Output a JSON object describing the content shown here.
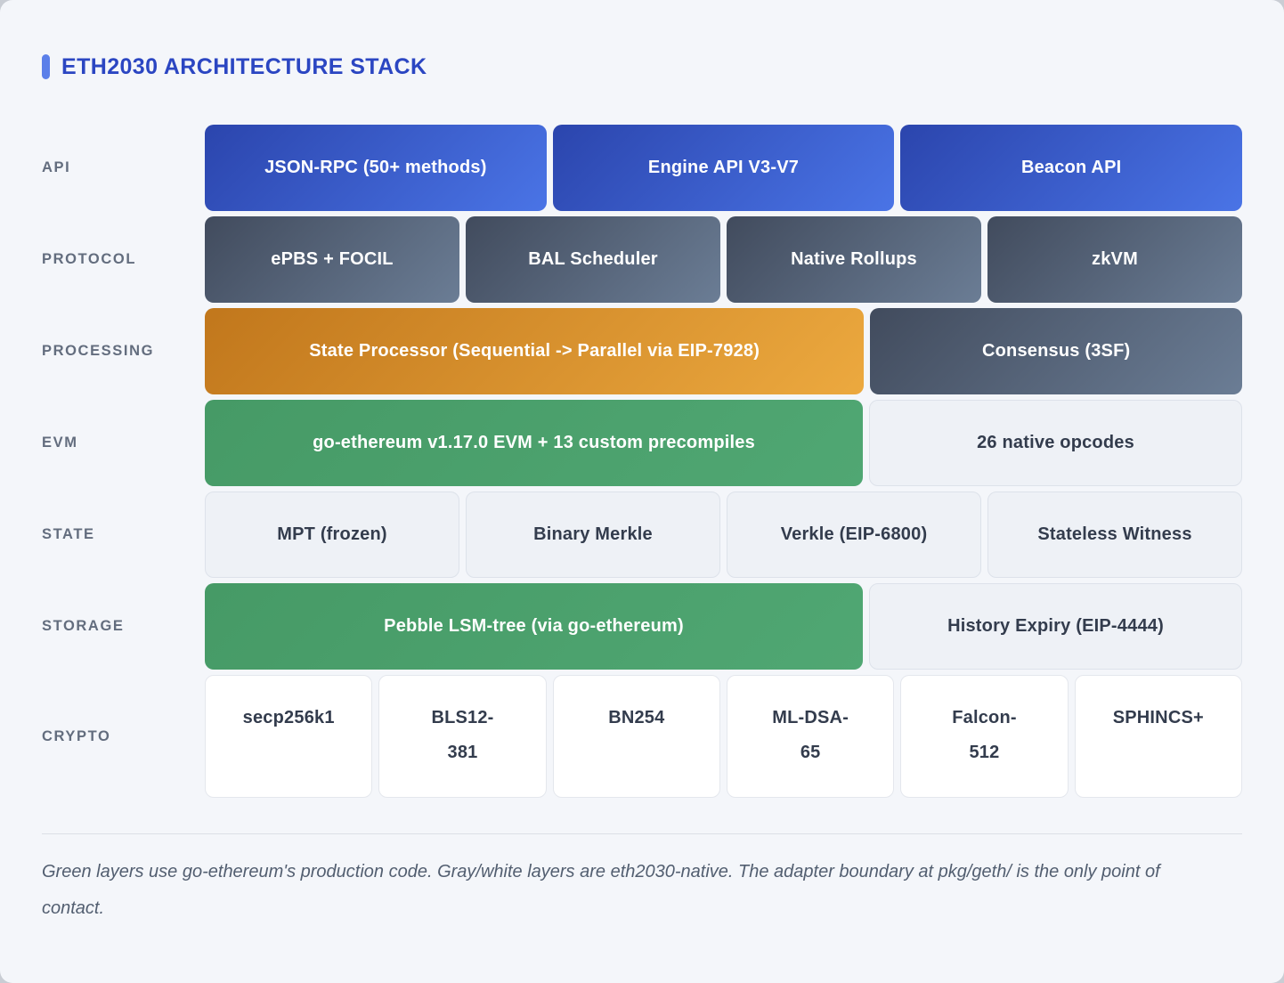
{
  "title": "ETH2030 ARCHITECTURE STACK",
  "rows": [
    {
      "label": "API",
      "boxes": [
        {
          "text": "JSON-RPC (50+ methods)",
          "style": "blue",
          "flex": 1
        },
        {
          "text": "Engine API V3-V7",
          "style": "blue",
          "flex": 1
        },
        {
          "text": "Beacon API",
          "style": "blue",
          "flex": 1
        }
      ]
    },
    {
      "label": "PROTOCOL",
      "boxes": [
        {
          "text": "ePBS + FOCIL",
          "style": "slate",
          "flex": 1
        },
        {
          "text": "BAL Scheduler",
          "style": "slate",
          "flex": 1
        },
        {
          "text": "Native Rollups",
          "style": "slate",
          "flex": 1
        },
        {
          "text": "zkVM",
          "style": "slate",
          "flex": 1
        }
      ]
    },
    {
      "label": "PROCESSING",
      "boxes": [
        {
          "text": "State Processor (Sequential -> Parallel via EIP-7928)",
          "style": "orange",
          "flex": 751
        },
        {
          "text": "Consensus (3SF)",
          "style": "slate",
          "flex": 405
        }
      ]
    },
    {
      "label": "EVM",
      "boxes": [
        {
          "text": "go-ethereum v1.17.0 EVM + 13 custom precompiles",
          "style": "green",
          "flex": 751
        },
        {
          "text": "26 native opcodes",
          "style": "light",
          "flex": 405
        }
      ]
    },
    {
      "label": "STATE",
      "boxes": [
        {
          "text": "MPT (frozen)",
          "style": "light",
          "flex": 1
        },
        {
          "text": "Binary Merkle",
          "style": "light",
          "flex": 1
        },
        {
          "text": "Verkle (EIP-6800)",
          "style": "light",
          "flex": 1
        },
        {
          "text": "Stateless Witness",
          "style": "light",
          "flex": 1
        }
      ]
    },
    {
      "label": "STORAGE",
      "boxes": [
        {
          "text": "Pebble LSM-tree (via go-ethereum)",
          "style": "green",
          "flex": 751
        },
        {
          "text": "History Expiry (EIP-4444)",
          "style": "light",
          "flex": 405
        }
      ]
    },
    {
      "label": "CRYPTO",
      "tall": true,
      "boxes": [
        {
          "text": "secp256k1",
          "style": "white",
          "flex": 1
        },
        {
          "text": "BLS12-381",
          "style": "white",
          "flex": 1
        },
        {
          "text": "BN254",
          "style": "white",
          "flex": 1
        },
        {
          "text": "ML-DSA-65",
          "style": "white",
          "flex": 1
        },
        {
          "text": "Falcon-512",
          "style": "white",
          "flex": 1
        },
        {
          "text": "SPHINCS+",
          "style": "white",
          "flex": 1
        }
      ]
    }
  ],
  "footnote": "Green layers use go-ethereum's production code. Gray/white layers are eth2030-native. The adapter boundary at pkg/geth/ is the only point of contact.",
  "colors": {
    "page_bg": "#f4f6fa",
    "accent": "#5b7fe9",
    "title": "#2b46c2",
    "label": "#636d7e",
    "text_dark": "#333c4d",
    "footnote": "#525e70",
    "blue_start": "#2b45ad",
    "blue_end": "#4a74e6",
    "slate_start": "#414b5d",
    "slate_end": "#6b7d95",
    "orange_start": "#c1771c",
    "orange_end": "#eca93f",
    "green_start": "#469a66",
    "green_end": "#50a773",
    "light_bg": "#eef1f6",
    "white_bg": "#ffffff"
  }
}
